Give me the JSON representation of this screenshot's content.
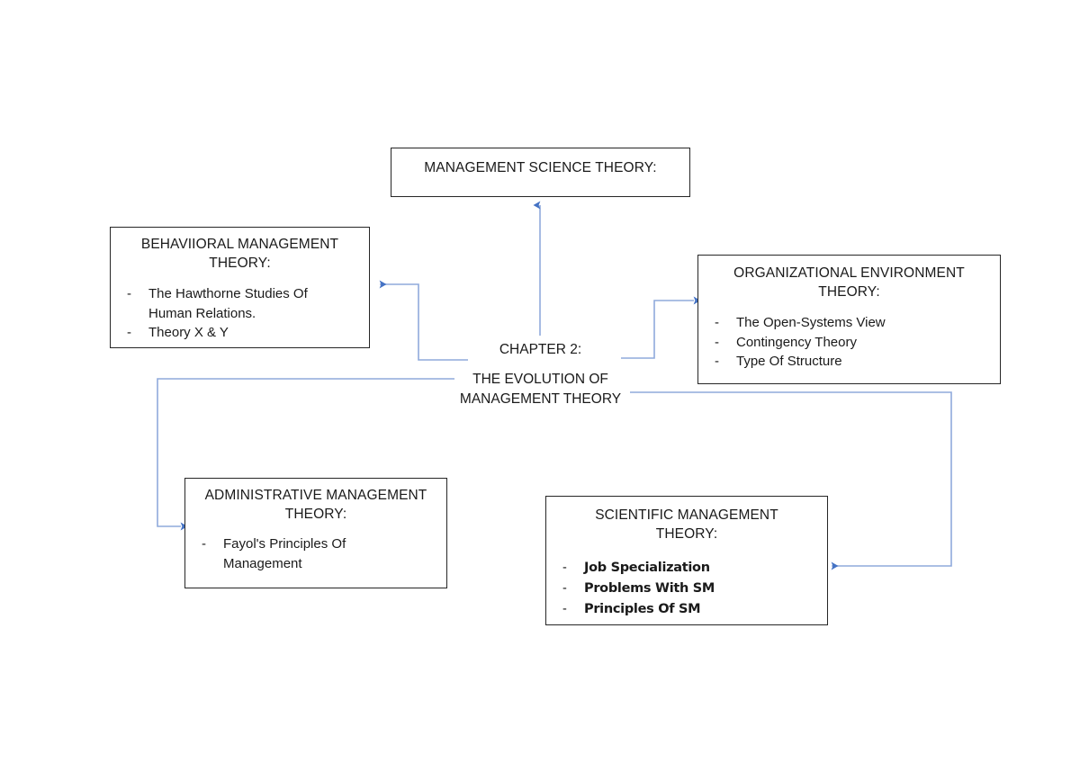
{
  "diagram": {
    "title": "Chapter 2: The Evolution Of Management Theory",
    "line_color": "#8faadc",
    "arrowhead_color": "#4472c4",
    "box_border_color": "#262626",
    "background_color": "#ffffff",
    "hub": {
      "line1": "CHAPTER 2:",
      "line2": "THE EVOLUTION OF\nMANAGEMENT THEORY"
    },
    "nodes": {
      "management_science": {
        "title": "MANAGEMENT SCIENCE THEORY:",
        "bullets": []
      },
      "behavioral": {
        "title": "BEHAVIIORAL MANAGEMENT\nTHEORY:",
        "bullets": [
          "The Hawthorne Studies Of\nHuman Relations.",
          "Theory X & Y"
        ]
      },
      "organizational": {
        "title": "ORGANIZATIONAL ENVIRONMENT\nTHEORY:",
        "bullets": [
          "The Open-Systems View",
          "Contingency Theory",
          "Type Of Structure"
        ]
      },
      "administrative": {
        "title": "ADMINISTRATIVE MANAGEMENT\nTHEORY:",
        "bullets": [
          "Fayol's Principles Of\nManagement"
        ]
      },
      "scientific": {
        "title": "SCIENTIFIC MANAGEMENT\nTHEORY:",
        "bullets": [
          "Job Specialization",
          "Problems With SM",
          "Principles Of SM"
        ]
      }
    },
    "bullet_marker": "-",
    "connectors": [
      {
        "name": "hub-to-management-science",
        "from": "hub",
        "to": "management_science"
      },
      {
        "name": "hub-to-behavioral",
        "from": "hub",
        "to": "behavioral"
      },
      {
        "name": "hub-to-organizational",
        "from": "hub",
        "to": "organizational"
      },
      {
        "name": "hub-to-administrative",
        "from": "hub",
        "to": "administrative"
      },
      {
        "name": "hub-to-scientific",
        "from": "hub",
        "to": "scientific"
      }
    ]
  }
}
